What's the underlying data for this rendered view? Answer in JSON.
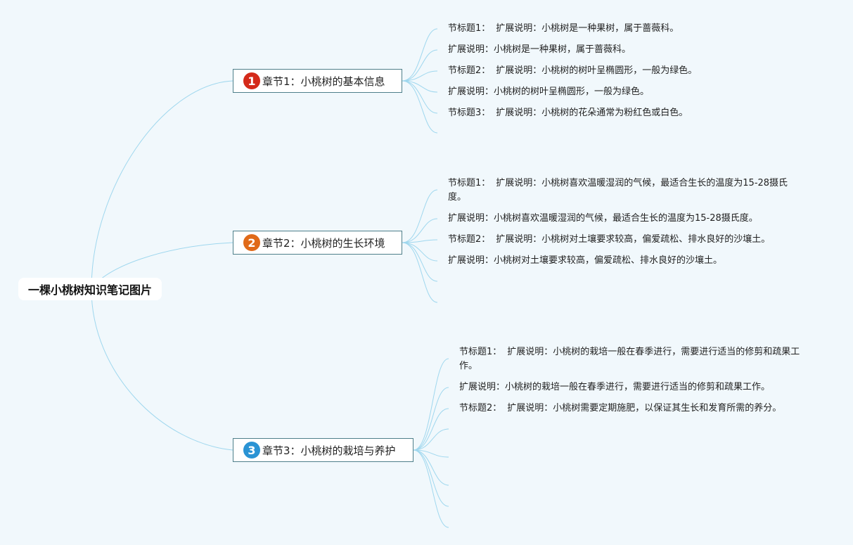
{
  "root": {
    "label": "一棵小桃树知识笔记图片"
  },
  "colors": {
    "badge1": "#d42a1a",
    "badge2": "#e06a19",
    "badge3": "#2a93d4",
    "link": "#9fd7ee"
  },
  "chapters": [
    {
      "num": "1",
      "label": "章节1：小桃树的基本信息",
      "items": [
        {
          "label": "节标题1：",
          "text": "扩展说明：小桃树是一种果树，属于蔷薇科。"
        },
        {
          "label": "",
          "text": "扩展说明：小桃树是一种果树，属于蔷薇科。"
        },
        {
          "label": "节标题2：",
          "text": "扩展说明：小桃树的树叶呈椭圆形，一般为绿色。"
        },
        {
          "label": "",
          "text": "扩展说明：小桃树的树叶呈椭圆形，一般为绿色。"
        },
        {
          "label": "节标题3：",
          "text": "扩展说明：小桃树的花朵通常为粉红色或白色。"
        }
      ]
    },
    {
      "num": "2",
      "label": "章节2：小桃树的生长环境",
      "items": [
        {
          "label": "节标题1：",
          "text": "扩展说明：小桃树喜欢温暖湿润的气候，最适合生长的温度为15-28摄氏度。"
        },
        {
          "label": "",
          "text": "扩展说明：小桃树喜欢温暖湿润的气候，最适合生长的温度为15-28摄氏度。"
        },
        {
          "label": "节标题2：",
          "text": "扩展说明：小桃树对土壤要求较高，偏爱疏松、排水良好的沙壤土。"
        },
        {
          "label": "",
          "text": "扩展说明：小桃树对土壤要求较高，偏爱疏松、排水良好的沙壤土。"
        }
      ]
    },
    {
      "num": "3",
      "label": "章节3：小桃树的栽培与养护",
      "items": [
        {
          "label": "节标题1：",
          "text": "扩展说明：小桃树的栽培一般在春季进行，需要进行适当的修剪和疏果工作。"
        },
        {
          "label": "",
          "text": "扩展说明：小桃树的栽培一般在春季进行，需要进行适当的修剪和疏果工作。"
        },
        {
          "label": "节标题2：",
          "text": "扩展说明：小桃树需要定期施肥，以保证其生长和发育所需的养分。"
        }
      ]
    }
  ]
}
